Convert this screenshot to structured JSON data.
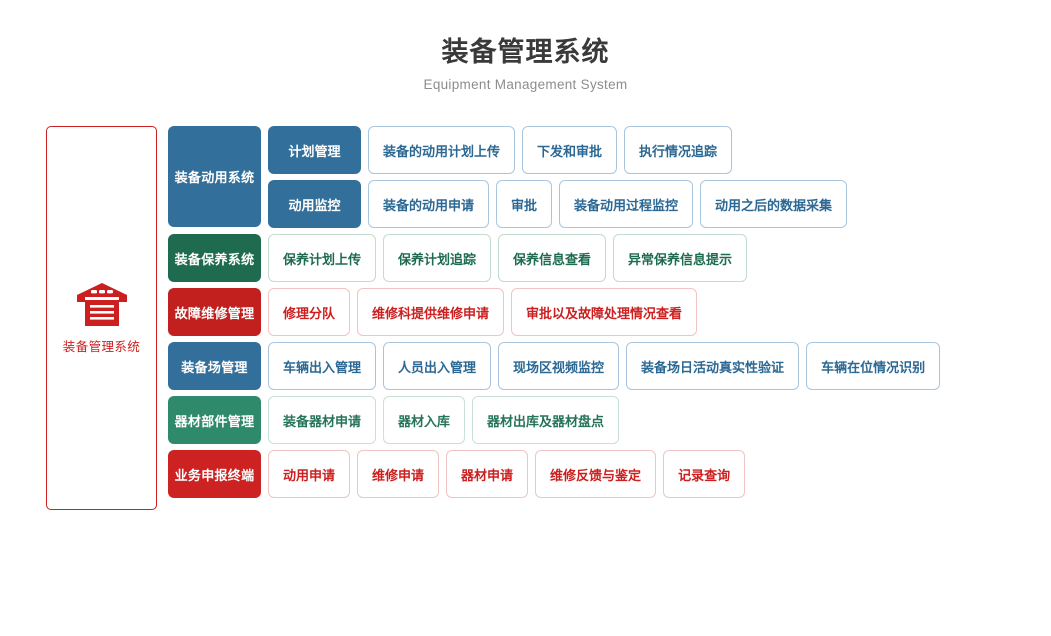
{
  "header": {
    "title": "装备管理系统",
    "subtitle": "Equipment Management System"
  },
  "brand_panel": {
    "icon": "warehouse-icon",
    "label": "装备管理系统",
    "border_color": "#cc1f1f",
    "label_color": "#cc1f1f"
  },
  "colors": {
    "blue": "#336f9b",
    "blue_light": "#3879a6",
    "green": "#1e6b4f",
    "green_light": "#2f8a6b",
    "red": "#c1201f",
    "red_light": "#cc2222",
    "outline_blue_border": "#aac6de",
    "outline_green_border": "#c3dbd0",
    "outline_red_border": "#f0c4c4",
    "title_color": "#3a3a3a",
    "subtitle_color": "#8d8d8d"
  },
  "rows": [
    {
      "category": "装备动用系统",
      "theme": "blue",
      "merged": true,
      "subgroups": [
        {
          "subcategory": "计划管理",
          "items": [
            "装备的动用计划上传",
            "下发和审批",
            "执行情况追踪"
          ]
        },
        {
          "subcategory": "动用监控",
          "items": [
            "装备的动用申请",
            "审批",
            "装备动用过程监控",
            "动用之后的数据采集"
          ]
        }
      ]
    },
    {
      "category": "装备保养系统",
      "theme": "green",
      "merged": false,
      "items": [
        "保养计划上传",
        "保养计划追踪",
        "保养信息查看",
        "异常保养信息提示"
      ]
    },
    {
      "category": "故障维修管理",
      "theme": "red",
      "merged": false,
      "items": [
        "修理分队",
        "维修科提供维修申请",
        "审批以及故障处理情况查看"
      ]
    },
    {
      "category": "装备场管理",
      "theme": "blue",
      "merged": false,
      "items": [
        "车辆出入管理",
        "人员出入管理",
        "现场区视频监控",
        "装备场日活动真实性验证",
        "车辆在位情况识别"
      ]
    },
    {
      "category": "器材部件管理",
      "theme": "green2",
      "merged": false,
      "items": [
        "装备器材申请",
        "器材入库",
        "器材出库及器材盘点"
      ]
    },
    {
      "category": "业务申报终端",
      "theme": "red2",
      "merged": false,
      "items": [
        "动用申请",
        "维修申请",
        "器材申请",
        "维修反馈与鉴定",
        "记录查询"
      ]
    }
  ]
}
